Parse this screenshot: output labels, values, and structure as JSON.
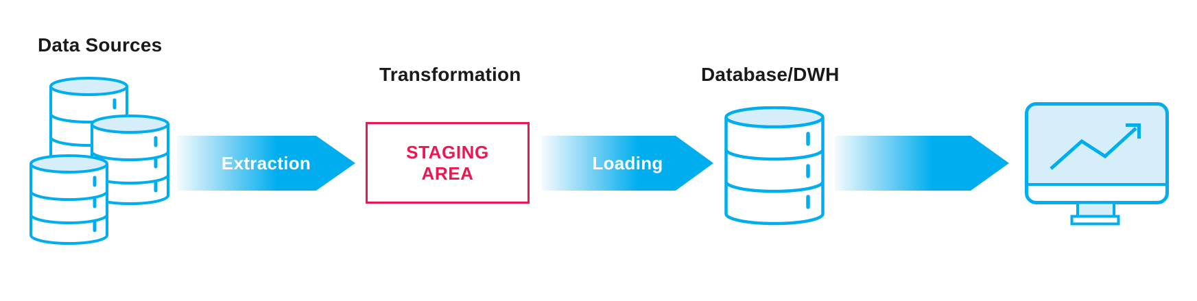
{
  "flow": {
    "data_sources": {
      "label": "Data Sources",
      "icon": "database-cluster-icon"
    },
    "extraction": {
      "label": "Extraction"
    },
    "transformation": {
      "label": "Transformation",
      "box_line1": "STAGING",
      "box_line2": "AREA"
    },
    "loading": {
      "label": "Loading"
    },
    "database": {
      "label": "Database/DWH",
      "icon": "database-icon"
    },
    "output": {
      "icon": "monitor-chart-icon"
    }
  },
  "colors": {
    "accent_blue": "#00AEEF",
    "light_blue_fill": "#D6EDFA",
    "accent_red": "#ED1650",
    "label_text": "#1A1A1A",
    "arrow_label_text": "#FFFFFF",
    "background": "#FFFFFF"
  }
}
